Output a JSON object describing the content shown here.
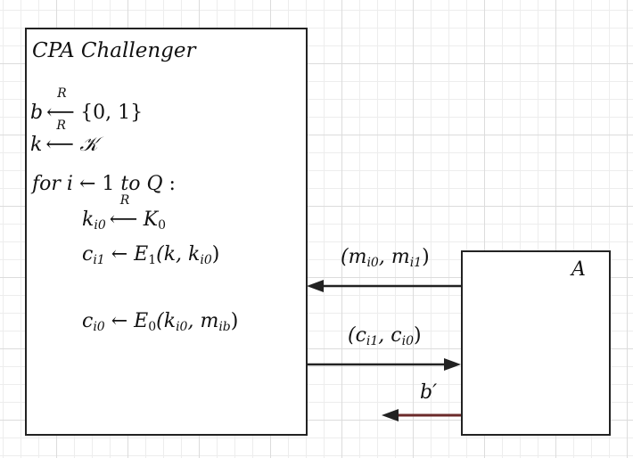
{
  "challenger": {
    "title": "CPA Challenger",
    "line1": {
      "var": "b",
      "over": "R",
      "set": "{0, 1}"
    },
    "line2": {
      "var": "k",
      "over": "R",
      "set": "𝒦"
    },
    "loop": {
      "keyword": "for",
      "var": "i",
      "from": "1",
      "to_word": "to",
      "to": "Q",
      "colon": ":"
    },
    "line4": {
      "var": "k",
      "sub": "i0",
      "over": "R",
      "set": "K",
      "set_sub": "0"
    },
    "line5": {
      "lhs": "c",
      "lhs_sub": "i1",
      "func": "E",
      "func_sub": "1",
      "args": "(k, k",
      "args_sub": "i0",
      "close": ")"
    },
    "line6": {
      "lhs": "c",
      "lhs_sub": "i0",
      "func": "E",
      "func_sub": "0",
      "args": "(k",
      "args_sub": "i0",
      "mid": ", m",
      "mid_sub": "ib",
      "close": ")"
    }
  },
  "adversary": {
    "label": "A"
  },
  "messages": {
    "m1": {
      "open": "(m",
      "s1": "i0",
      "mid": ", m",
      "s2": "i1",
      "close": ")"
    },
    "m2": {
      "open": "(c",
      "s1": "i1",
      "mid": ", c",
      "s2": "i0",
      "close": ")"
    },
    "m3": {
      "label": "b′"
    }
  },
  "colors": {
    "line": "#222222",
    "final_arrow": "#6b2a2a",
    "grid": "#dcdcdc"
  }
}
